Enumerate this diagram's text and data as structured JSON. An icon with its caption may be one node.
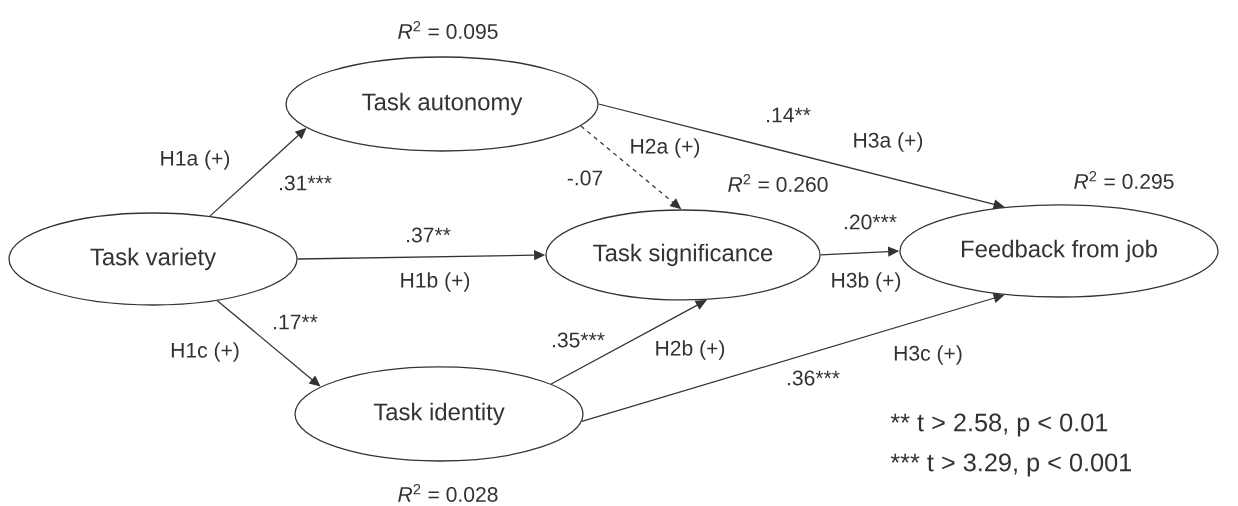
{
  "diagram": {
    "nodes": [
      {
        "text": [
          "Task variety"
        ]
      },
      {
        "text": [
          "Task autonomy"
        ],
        "beside": [
          "*R*$^{2}$ = 0.095"
        ]
      },
      {
        "text": [
          "Task significance"
        ],
        "beside": [
          "*R*$^{2}$ = 0.260"
        ]
      },
      {
        "text": [
          "Task identity"
        ],
        "beside": [
          "*R*$^{2}$ = 0.028"
        ]
      },
      {
        "text": [
          "Feedback from job"
        ],
        "beside": [
          "*R*$^{2}$ = 0.295"
        ]
      }
    ],
    "edges": [
      {
        "from": 0,
        "to": 1,
        "arrow": "to",
        "label": ".31***"
      },
      {
        "from": 0,
        "to": 2,
        "arrow": "to",
        "label": ".37**"
      },
      {
        "from": 0,
        "to": 3,
        "arrow": "to",
        "label": ".17**"
      },
      {
        "from": 1,
        "to": 2,
        "arrow": "to",
        "label": "-.07",
        "style": "dashed"
      },
      {
        "from": 1,
        "to": 4,
        "arrow": "to",
        "label": ".14**"
      },
      {
        "from": 3,
        "to": 2,
        "arrow": "to",
        "label": ".35***"
      },
      {
        "from": 2,
        "to": 4,
        "arrow": "to",
        "label": ".20***"
      },
      {
        "from": 3,
        "to": 4,
        "arrow": "to",
        "label": ".36***"
      }
    ],
    "labels": [
      "H1a (+)",
      "H1b (+)",
      "H1c (+)",
      "H2a (+)",
      "H3a (+)",
      "H2b (+)",
      "H3b (+)",
      "H3c (+)",
      "** t > 2.58, p < 0.01",
      "*** t > 3.29, p < 0.001"
    ]
  }
}
